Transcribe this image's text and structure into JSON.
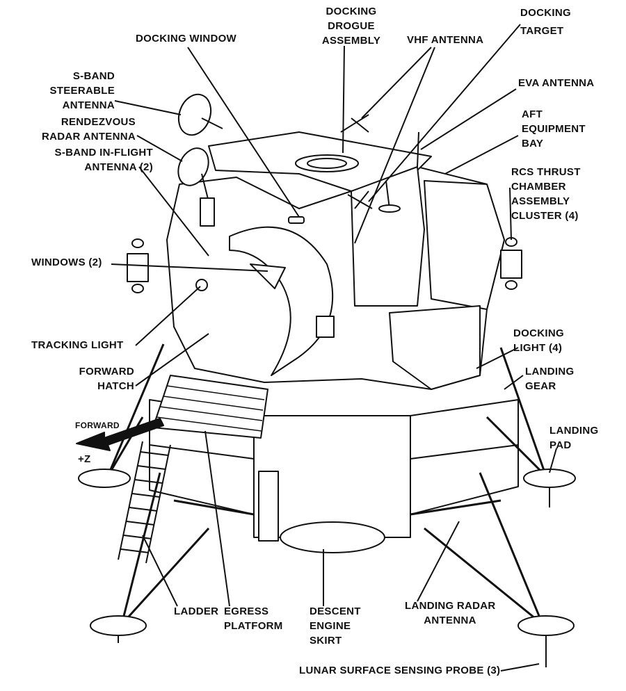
{
  "diagram": {
    "line_color": "#111111",
    "background": "#ffffff",
    "labels": {
      "docking_window": [
        "DOCKING WINDOW"
      ],
      "docking_drogue": [
        "DOCKING",
        "DROGUE",
        "ASSEMBLY"
      ],
      "vhf_antenna": [
        "VHF ANTENNA"
      ],
      "docking_target": [
        "DOCKING",
        "TARGET"
      ],
      "eva_antenna": [
        "EVA ANTENNA"
      ],
      "aft_equipment_bay": [
        "AFT",
        "EQUIPMENT",
        "BAY"
      ],
      "rcs_thrust": [
        "RCS THRUST",
        "CHAMBER",
        "ASSEMBLY",
        "CLUSTER (4)"
      ],
      "s_band_steerable": [
        "S-BAND",
        "STEERABLE",
        "ANTENNA"
      ],
      "rendezvous_radar": [
        "RENDEZVOUS",
        "RADAR ANTENNA"
      ],
      "s_band_inflight": [
        "S-BAND IN-FLIGHT",
        "ANTENNA (2)"
      ],
      "windows": [
        "WINDOWS (2)"
      ],
      "tracking_light": [
        "TRACKING LIGHT"
      ],
      "forward_hatch": [
        "FORWARD",
        "HATCH"
      ],
      "forward_arrow": [
        "FORWARD"
      ],
      "plus_z": [
        "+Z"
      ],
      "docking_light": [
        "DOCKING",
        "LIGHT (4)"
      ],
      "landing_gear": [
        "LANDING",
        "GEAR"
      ],
      "landing_pad": [
        "LANDING",
        "PAD"
      ],
      "ladder": [
        "LADDER"
      ],
      "egress_platform": [
        "EGRESS",
        "PLATFORM"
      ],
      "descent_engine_skirt": [
        "DESCENT",
        "ENGINE",
        "SKIRT"
      ],
      "landing_radar": [
        "LANDING RADAR",
        "ANTENNA"
      ],
      "sensing_probe": [
        "LUNAR SURFACE SENSING PROBE (3)"
      ]
    }
  }
}
